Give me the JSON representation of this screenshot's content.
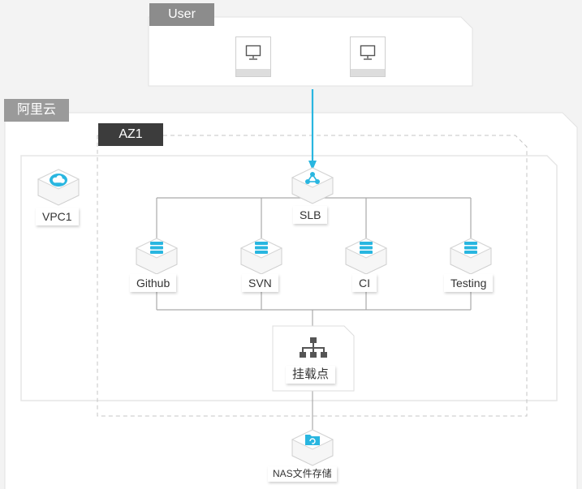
{
  "user": {
    "title": "User"
  },
  "cloud": {
    "title": "阿里云"
  },
  "az": {
    "title": "AZ1"
  },
  "vpc": {
    "label": "VPC1"
  },
  "slb": {
    "label": "SLB"
  },
  "servers": [
    "Github",
    "SVN",
    "CI",
    "Testing"
  ],
  "mount": {
    "label": "挂载点"
  },
  "nas": {
    "label": "NAS文件存储"
  },
  "colors": {
    "accent": "#29b6e0",
    "connector": "#aaaaaa",
    "user_tag": "#8c8c8c",
    "cloud_tag": "#9a9a9a",
    "az_tag": "#3c3c3c"
  },
  "icons": [
    "monitor-icon",
    "cloud-network-icon",
    "load-balancer-icon",
    "server-icon",
    "hierarchy-icon",
    "folder-sync-icon"
  ]
}
